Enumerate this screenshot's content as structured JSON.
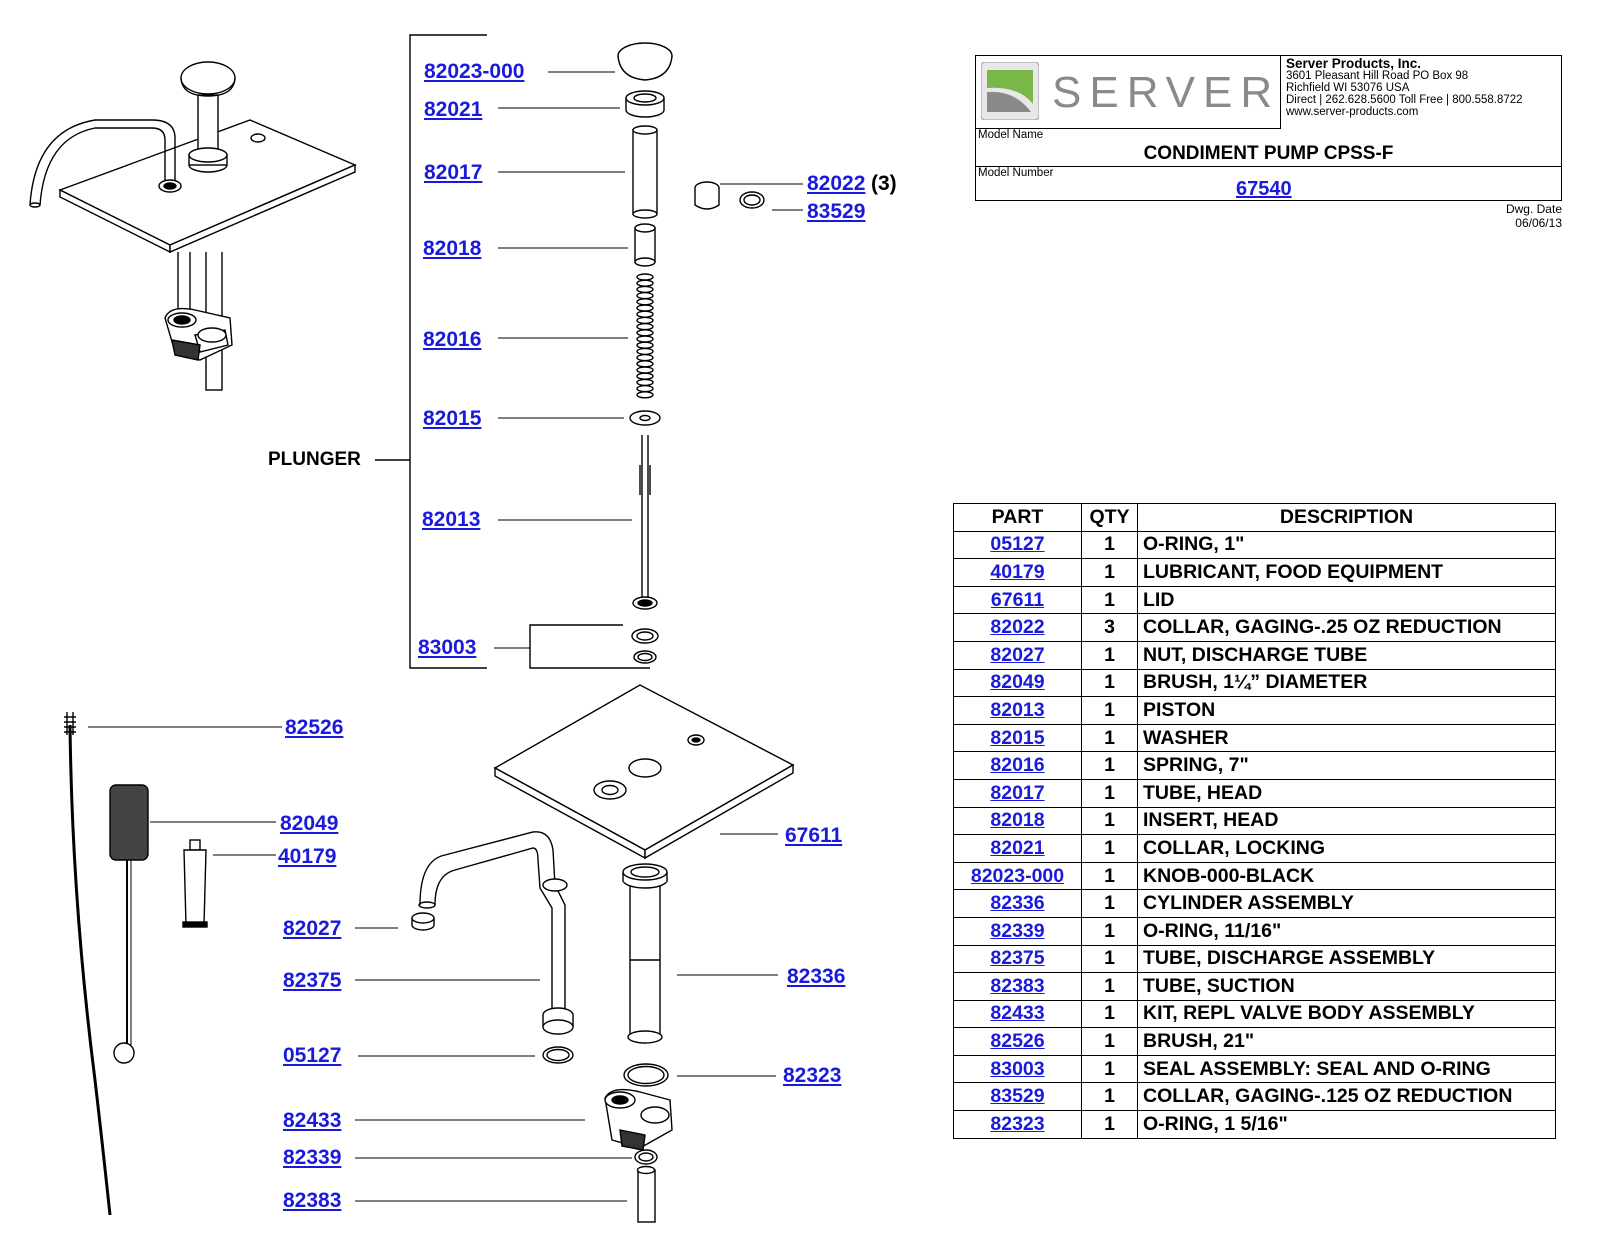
{
  "title_block": {
    "brand": "SERVER",
    "company_name": "Server Products, Inc.",
    "address_line1": "3601 Pleasant Hill Road PO Box 98",
    "address_line2": "Richfield WI 53076 USA",
    "phone_line": "Direct | 262.628.5600  Toll Free | 800.558.8722",
    "website": "www.server-products.com",
    "model_name_label": "Model Name",
    "model_name": "CONDIMENT PUMP CPSS-F",
    "model_number_label": "Model Number",
    "model_number": "67540",
    "dwg_date_label": "Dwg. Date",
    "dwg_date": "06/06/13",
    "logo_color": "#7ab648"
  },
  "diagram": {
    "assembly_label": "PLUNGER",
    "callouts": {
      "c82023": "82023-000",
      "c82021": "82021",
      "c82017": "82017",
      "c82022": "82022",
      "c82022_qty": "(3)",
      "c83529": "83529",
      "c82018": "82018",
      "c82016": "82016",
      "c82015": "82015",
      "c82013": "82013",
      "c83003": "83003",
      "c82526": "82526",
      "c82049": "82049",
      "c40179": "40179",
      "c67611": "67611",
      "c82027": "82027",
      "c82375": "82375",
      "c82336": "82336",
      "c05127": "05127",
      "c82323": "82323",
      "c82433": "82433",
      "c82339": "82339",
      "c82383": "82383"
    }
  },
  "parts_table": {
    "headers": [
      "PART",
      "QTY",
      "DESCRIPTION"
    ],
    "rows": [
      {
        "part": "05127",
        "qty": "1",
        "desc": "O-RING, 1\""
      },
      {
        "part": "40179",
        "qty": "1",
        "desc": "LUBRICANT, FOOD EQUIPMENT"
      },
      {
        "part": "67611",
        "qty": "1",
        "desc": "LID"
      },
      {
        "part": "82022",
        "qty": "3",
        "desc": "COLLAR, GAGING-.25 OZ REDUCTION"
      },
      {
        "part": "82027",
        "qty": "1",
        "desc": "NUT, DISCHARGE TUBE"
      },
      {
        "part": "82049",
        "qty": "1",
        "desc": "BRUSH, 1¼” DIAMETER"
      },
      {
        "part": "82013",
        "qty": "1",
        "desc": "PISTON"
      },
      {
        "part": "82015",
        "qty": "1",
        "desc": "WASHER"
      },
      {
        "part": "82016",
        "qty": "1",
        "desc": "SPRING, 7\""
      },
      {
        "part": "82017",
        "qty": "1",
        "desc": "TUBE, HEAD"
      },
      {
        "part": "82018",
        "qty": "1",
        "desc": "INSERT, HEAD"
      },
      {
        "part": "82021",
        "qty": "1",
        "desc": "COLLAR, LOCKING"
      },
      {
        "part": "82023-000",
        "qty": "1",
        "desc": "KNOB-000-BLACK"
      },
      {
        "part": "82336",
        "qty": "1",
        "desc": "CYLINDER ASSEMBLY"
      },
      {
        "part": "82339",
        "qty": "1",
        "desc": "O-RING, 11/16\""
      },
      {
        "part": "82375",
        "qty": "1",
        "desc": "TUBE, DISCHARGE ASSEMBLY"
      },
      {
        "part": "82383",
        "qty": "1",
        "desc": "TUBE, SUCTION"
      },
      {
        "part": "82433",
        "qty": "1",
        "desc": "KIT, REPL VALVE BODY ASSEMBLY"
      },
      {
        "part": "82526",
        "qty": "1",
        "desc": "BRUSH, 21\""
      },
      {
        "part": "83003",
        "qty": "1",
        "desc": "SEAL ASSEMBLY: SEAL AND O-RING"
      },
      {
        "part": "83529",
        "qty": "1",
        "desc": "COLLAR, GAGING-.125 OZ REDUCTION"
      },
      {
        "part": "82323",
        "qty": "1",
        "desc": "O-RING, 1 5/16\""
      }
    ]
  }
}
